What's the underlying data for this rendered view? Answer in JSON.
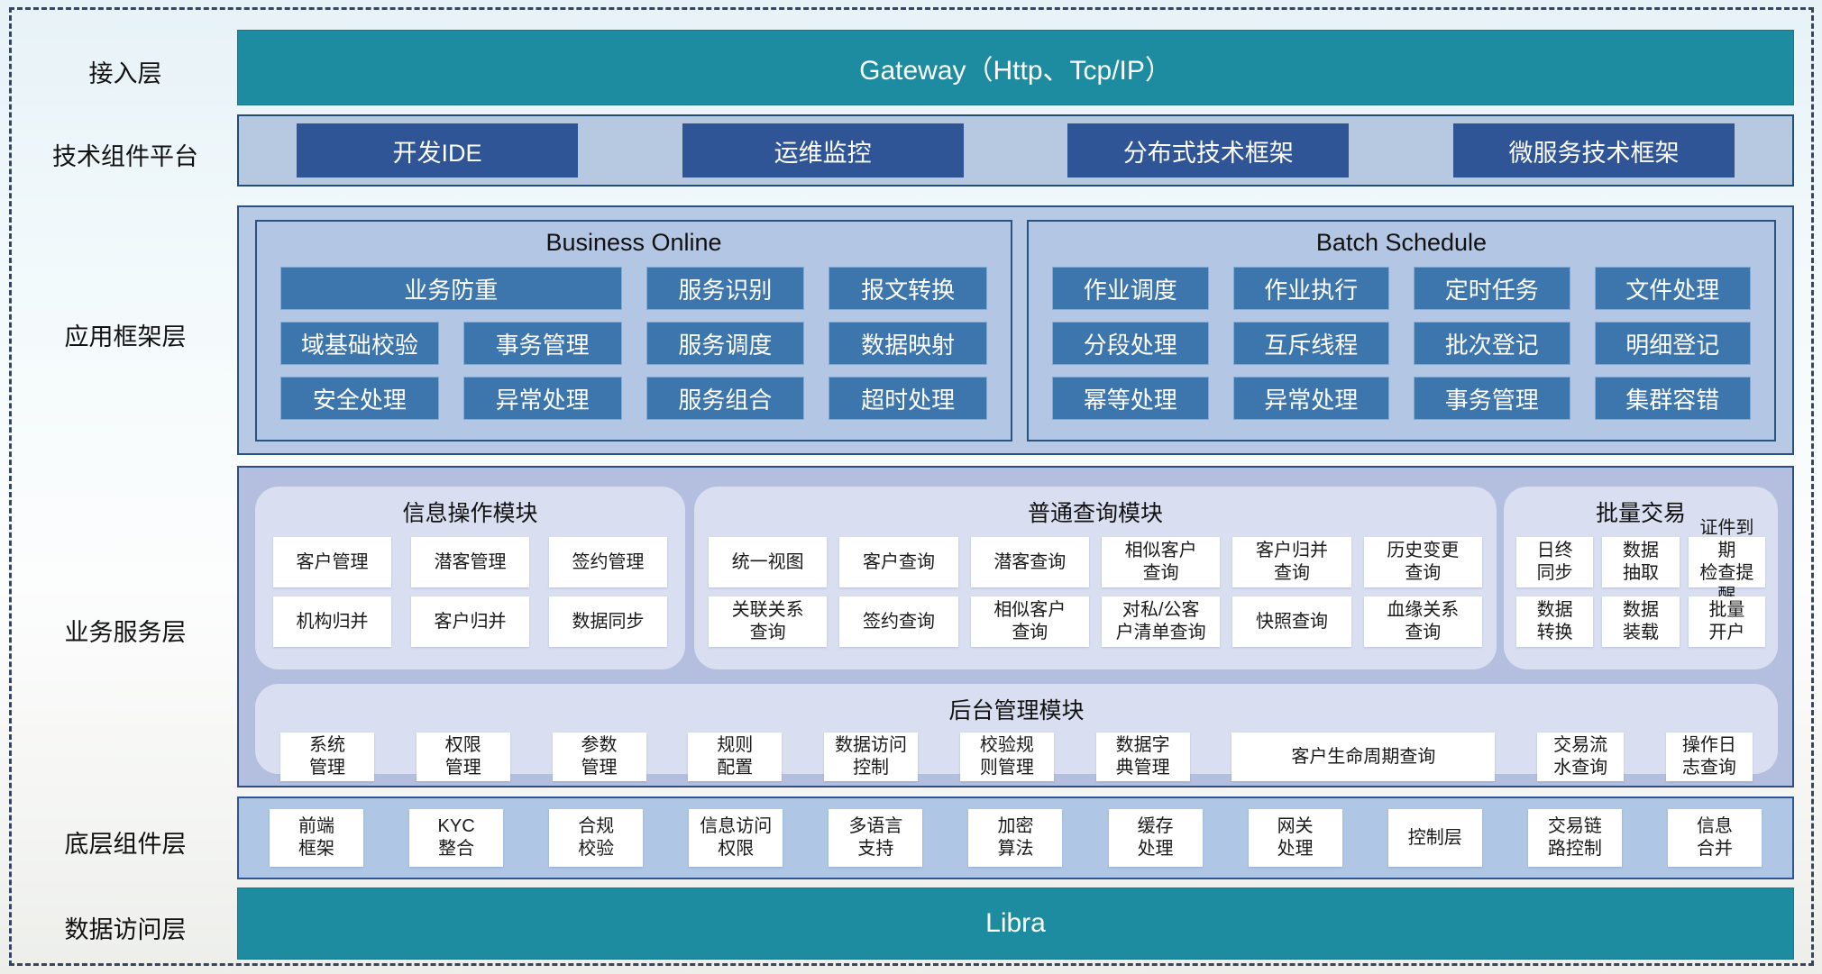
{
  "colors": {
    "teal_bar": "#1E8CA0",
    "dark_blue_button": "#2F5597",
    "steel_blue_button": "#3D76AC",
    "framework_container_fill": "#B7C9E5",
    "service_container_fill": "#B4BFE0",
    "rounded_panel_fill": "#D9DFF1",
    "base_container_fill": "#AFC6E4",
    "cell_fill": "#FFFFFF",
    "dashed_border": "#35465E"
  },
  "layer_labels": {
    "access": "接入层",
    "tech_platform": "技术组件平台",
    "app_framework": "应用框架层",
    "business_service": "业务服务层",
    "base_components": "底层组件层",
    "data_access": "数据访问层"
  },
  "access_layer": {
    "gateway": "Gateway（Http、Tcp/IP）"
  },
  "tech_platform": {
    "items": [
      "开发IDE",
      "运维监控",
      "分布式技术框架",
      "微服务技术框架"
    ]
  },
  "app_framework": {
    "business_online": {
      "title": "Business Online",
      "wide_item": "业务防重",
      "row1": [
        "服务识别",
        "报文转换"
      ],
      "row2": [
        "域基础校验",
        "事务管理",
        "服务调度",
        "数据映射"
      ],
      "row3": [
        "安全处理",
        "异常处理",
        "服务组合",
        "超时处理"
      ]
    },
    "batch_schedule": {
      "title": "Batch Schedule",
      "row1": [
        "作业调度",
        "作业执行",
        "定时任务",
        "文件处理"
      ],
      "row2": [
        "分段处理",
        "互斥线程",
        "批次登记",
        "明细登记"
      ],
      "row3": [
        "幂等处理",
        "异常处理",
        "事务管理",
        "集群容错"
      ]
    }
  },
  "business_service": {
    "info_operation": {
      "title": "信息操作模块",
      "row1": [
        "客户管理",
        "潜客管理",
        "签约管理"
      ],
      "row2": [
        "机构归并",
        "客户归并",
        "数据同步"
      ]
    },
    "common_query": {
      "title": "普通查询模块",
      "row1": [
        "统一视图",
        "客户查询",
        "潜客查询",
        "相似客户\n查询",
        "客户归并\n查询",
        "历史变更\n查询"
      ],
      "row2": [
        "关联关系\n查询",
        "签约查询",
        "相似客户\n查询",
        "对私/公客\n户清单查询",
        "快照查询",
        "血缘关系\n查询"
      ]
    },
    "batch_trade": {
      "title": "批量交易",
      "row1": [
        "日终\n同步",
        "数据\n抽取",
        "证件到期\n检查提醒"
      ],
      "row2": [
        "数据\n转换",
        "数据\n装载",
        "批量\n开户"
      ]
    },
    "admin": {
      "title": "后台管理模块",
      "items": [
        "系统\n管理",
        "权限\n管理",
        "参数\n管理",
        "规则\n配置",
        "数据访问\n控制",
        "校验规\n则管理",
        "数据字\n典管理",
        "客户生命周期查询",
        "交易流\n水查询",
        "操作日\n志查询"
      ]
    }
  },
  "base_components": {
    "items": [
      "前端\n框架",
      "KYC\n整合",
      "合规\n校验",
      "信息访问\n权限",
      "多语言\n支持",
      "加密\n算法",
      "缓存\n处理",
      "网关\n处理",
      "控制层",
      "交易链\n路控制",
      "信息\n合并"
    ]
  },
  "data_access": {
    "bar": "Libra"
  }
}
